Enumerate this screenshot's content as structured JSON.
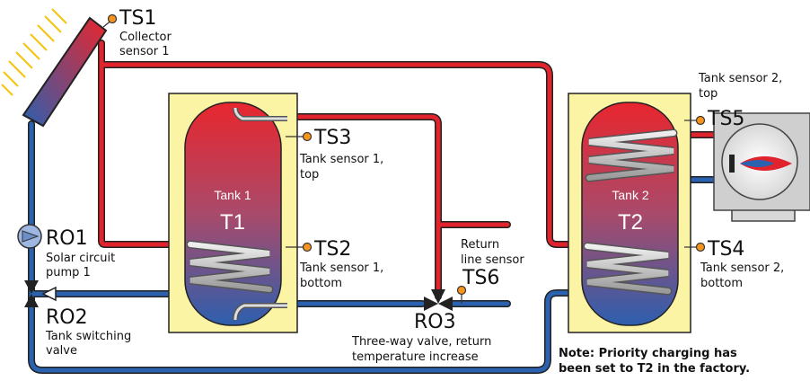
{
  "sensors": {
    "ts1": {
      "code": "TS1",
      "desc1": "Collector",
      "desc2": "sensor 1"
    },
    "ts3": {
      "code": "TS3",
      "desc1": "Tank sensor 1,",
      "desc2": "top"
    },
    "ts2": {
      "code": "TS2",
      "desc1": "Tank sensor 1,",
      "desc2": "bottom"
    },
    "ts5": {
      "code": "TS5",
      "desc1": "Tank sensor 2,",
      "desc2": "top"
    },
    "ts4": {
      "code": "TS4",
      "desc1": "Tank sensor 2,",
      "desc2": "bottom"
    },
    "ts6": {
      "code": "TS6",
      "desc1": "Return",
      "desc2": "line sensor"
    }
  },
  "relays": {
    "ro1": {
      "code": "RO1",
      "desc1": "Solar circuit",
      "desc2": "pump 1"
    },
    "ro2": {
      "code": "RO2",
      "desc1": "Tank switching",
      "desc2": "valve"
    },
    "ro3": {
      "code": "RO3",
      "desc1": "Three-way valve, return",
      "desc2": "temperature increase"
    }
  },
  "tanks": {
    "tank1": {
      "name": "Tank 1",
      "code": "T1"
    },
    "tank2": {
      "name": "Tank 2",
      "code": "T2"
    }
  },
  "note": {
    "line1": "Note: Priority charging has",
    "line2": "been set to T2 in the factory."
  },
  "colors": {
    "hot_pipe": "#e0232c",
    "cold_pipe": "#2a62b0",
    "tank_box_fill": "#fbf4a4",
    "tank_box_stroke": "#222222",
    "sensor_dot": "#f7941d",
    "sun_rays": "#f6c40e",
    "tank_top": "#e8262e",
    "tank_bottom": "#2e5fae"
  },
  "icons": [
    "sun-rays-icon",
    "pump-icon",
    "valve-icon",
    "boiler-burner-icon"
  ]
}
